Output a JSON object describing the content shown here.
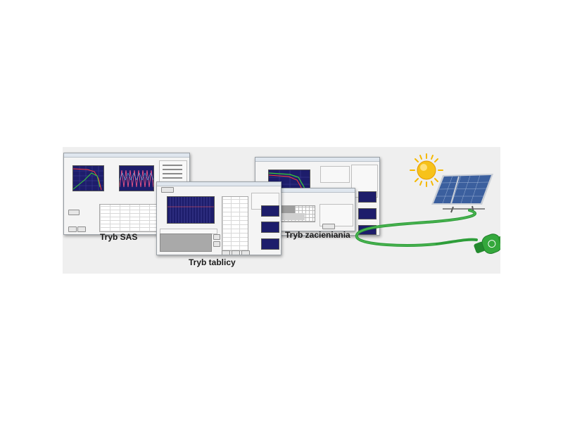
{
  "captions": {
    "sas": "Tryb SAS",
    "table": "Tryb tablicy",
    "shading": "Tryb zacieniania"
  },
  "icons": {
    "sun": "sun-icon",
    "solar_panel": "solar-panel-icon",
    "cable": "power-cable-icon",
    "plug": "power-plug-icon"
  },
  "colors": {
    "banner_bg": "#efefef",
    "plot_bg": "#1d1d6b",
    "cable_green": "#2e9e3a",
    "sun": "#f5b800",
    "panel": "#3b5f9e"
  }
}
